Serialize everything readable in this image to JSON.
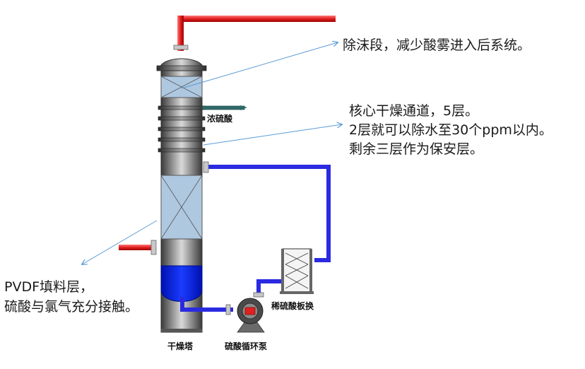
{
  "annotations": {
    "demister": "除沫段，减少酸雾进入后系统。",
    "core_line1": "核心干燥通道，5层。",
    "core_line2": "2层就可以除水至30个ppm以内。",
    "core_line3": "剩余三层作为保安层。",
    "packing_line1": "PVDF填料层，",
    "packing_line2": "硫酸与氯气充分接触。"
  },
  "labels": {
    "concentrated_acid": "浓硫酸",
    "drying_tower": "干燥塔",
    "circulation_pump": "硫酸循环泵",
    "plate_exchanger": "稀硫酸板换"
  },
  "colors": {
    "gas_pipe": "#e02020",
    "acid_pipe": "#2a2ae0",
    "acid_liquid": "#0a22e8",
    "packing": "#aec8e0",
    "annotation_line": "#5b9bd5",
    "tower_body": "#6e6e6e"
  }
}
